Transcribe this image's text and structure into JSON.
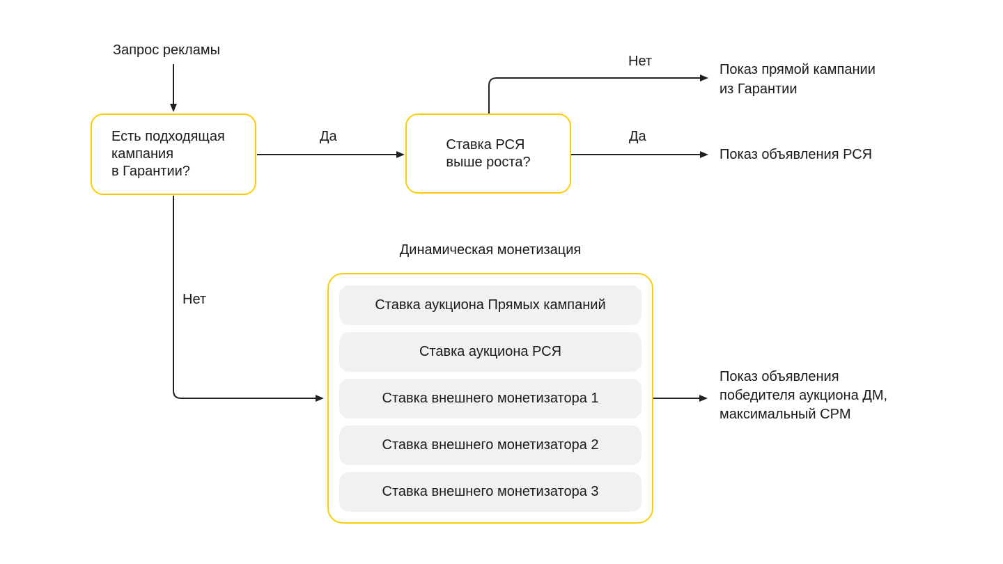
{
  "diagram": {
    "start_label": "Запрос рекламы",
    "nodes": {
      "guarantee_question": {
        "line1": "Есть подходящая",
        "line2": "кампания",
        "line3": "в Гарантии?"
      },
      "rsya_question": {
        "line1": "Ставка РСЯ",
        "line2": "выше роста?"
      }
    },
    "edge_labels": {
      "yes_to_rsya": "Да",
      "no_to_direct": "Нет",
      "yes_to_rsya_ad": "Да",
      "no_to_dm": "Нет"
    },
    "outputs": {
      "direct_campaign": {
        "line1": "Показ прямой кампании",
        "line2": "из Гарантии"
      },
      "rsya_ad": "Показ объявления РСЯ",
      "dm_winner": {
        "line1": "Показ объявления",
        "line2": "победителя аукциона ДМ,",
        "line3": "максимальный CPM"
      }
    },
    "dynamic_monetization": {
      "title": "Динамическая монетизация",
      "items": [
        "Ставка аукциона Прямых кампаний",
        "Ставка аукциона РСЯ",
        "Ставка внешнего монетизатора 1",
        "Ставка внешнего монетизатора 2",
        "Ставка внешнего монетизатора 3"
      ]
    },
    "colors": {
      "accent": "#FFCC00",
      "item_bg": "#F1F1F1",
      "text": "#1A1A1A",
      "line": "#212121"
    }
  }
}
